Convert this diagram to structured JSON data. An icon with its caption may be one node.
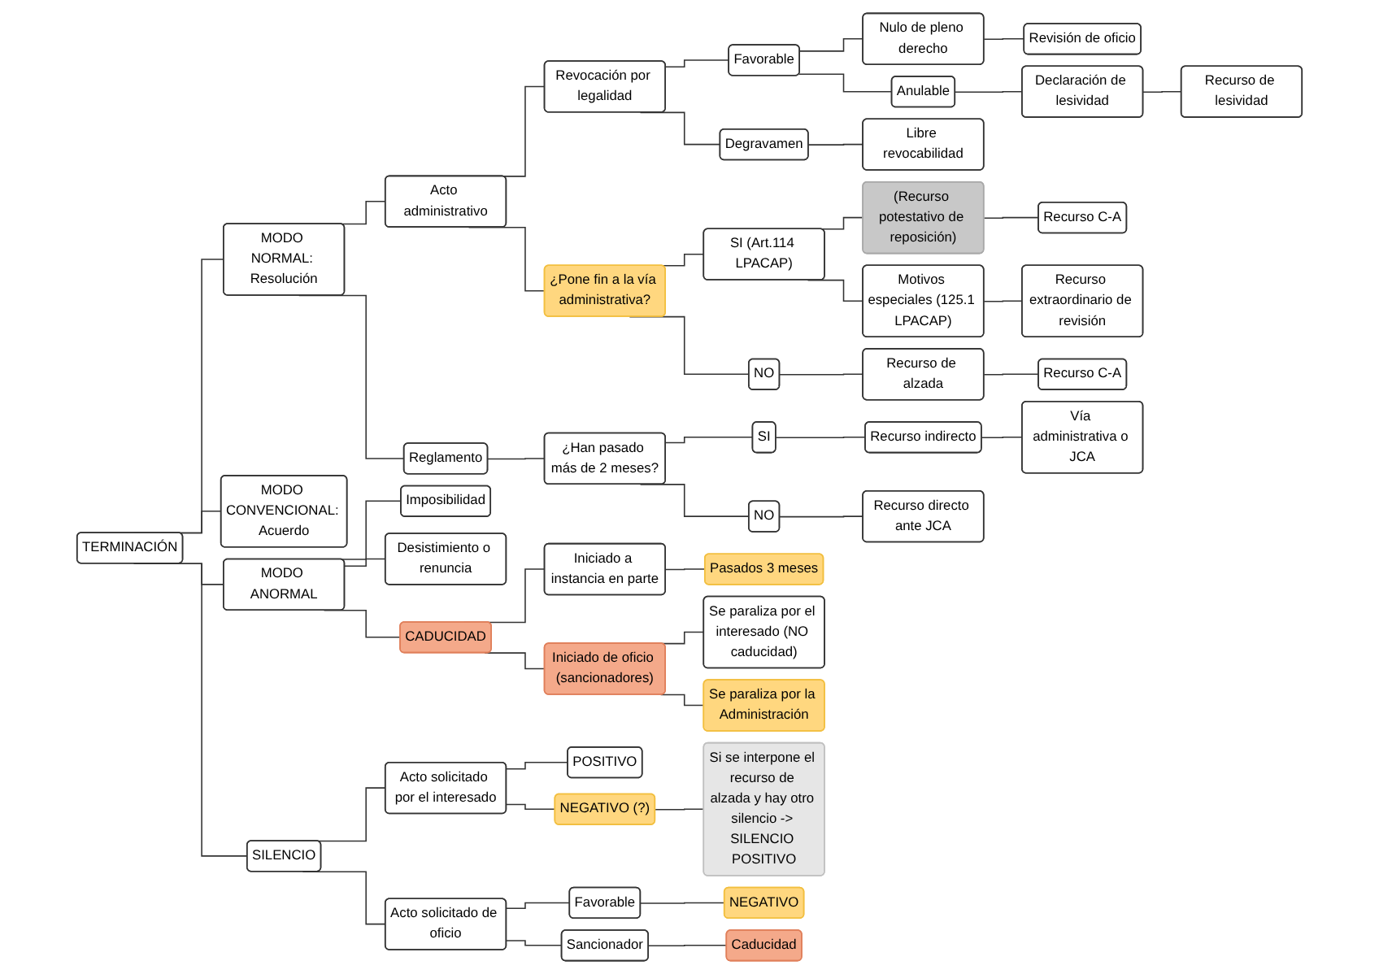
{
  "diagram": {
    "nodes": [
      {
        "text": [
          "TERMINACIÓN"
        ]
      },
      {
        "text": [
          "MODO NORMAL: Resolución"
        ]
      },
      {
        "text": [
          "Acto administrativo"
        ]
      },
      {
        "text": [
          "Revocación por legalidad"
        ]
      },
      {
        "text": [
          "Favorable"
        ]
      },
      {
        "text": [
          "Nulo de pleno derecho"
        ]
      },
      {
        "text": [
          "Revisión de oficio"
        ]
      },
      {
        "text": [
          "Anulable"
        ]
      },
      {
        "text": [
          "Declaración de lesividad"
        ]
      },
      {
        "text": [
          "Recurso de lesividad"
        ]
      },
      {
        "text": [
          "Degravamen"
        ]
      },
      {
        "text": [
          "Libre revocabilidad"
        ]
      },
      {
        "text": [
          "¿Pone fin a la vía administrativa?"
        ]
      },
      {
        "text": [
          "SI (Art.114 LPACAP)"
        ]
      },
      {
        "text": [
          "(Recurso potestativo de reposición)"
        ]
      },
      {
        "text": [
          "Recurso C-A"
        ]
      },
      {
        "text": [
          "Motivos especiales (125.1 LPACAP)"
        ]
      },
      {
        "text": [
          "Recurso extraordinario de revisión"
        ]
      },
      {
        "text": [
          "NO"
        ]
      },
      {
        "text": [
          "Recurso de alzada"
        ]
      },
      {
        "text": [
          "Recurso C-A"
        ]
      },
      {
        "text": [
          "Reglamento"
        ]
      },
      {
        "text": [
          "¿Han pasado más de 2 meses?"
        ]
      },
      {
        "text": [
          "SI"
        ]
      },
      {
        "text": [
          "Recurso indirecto"
        ]
      },
      {
        "text": [
          "Vía administrativa o JCA"
        ]
      },
      {
        "text": [
          "NO"
        ]
      },
      {
        "text": [
          "Recurso directo ante JCA"
        ]
      },
      {
        "text": [
          "MODO CONVENCIONAL: Acuerdo"
        ]
      },
      {
        "text": [
          "MODO ANORMAL"
        ]
      },
      {
        "text": [
          "Imposibilidad"
        ]
      },
      {
        "text": [
          "Desistimiento o renuncia"
        ]
      },
      {
        "text": [
          "CADUCIDAD"
        ]
      },
      {
        "text": [
          "Iniciado a instancia en parte"
        ]
      },
      {
        "text": [
          "Pasados 3 meses"
        ]
      },
      {
        "text": [
          "Iniciado de oficio (sancionadores)"
        ]
      },
      {
        "text": [
          "Se paraliza por el interesado (NO caducidad)"
        ]
      },
      {
        "text": [
          "Se paraliza por la Administración"
        ]
      },
      {
        "text": [
          "SILENCIO"
        ]
      },
      {
        "text": [
          "Acto solicitado por el interesado"
        ]
      },
      {
        "text": [
          "POSITIVO"
        ]
      },
      {
        "text": [
          "NEGATIVO (?)"
        ]
      },
      {
        "text": [
          "Si se interpone el recurso de alzada y hay otro silencio -> SILENCIO POSITIVO"
        ]
      },
      {
        "text": [
          "Acto solicitado de oficio"
        ]
      },
      {
        "text": [
          "Favorable"
        ]
      },
      {
        "text": [
          "NEGATIVO"
        ]
      },
      {
        "text": [
          "Sancionador"
        ]
      },
      {
        "text": [
          "Caducidad"
        ]
      }
    ],
    "edges": [
      {
        "from": 0,
        "to": 1,
        "arrow": "none"
      },
      {
        "from": 1,
        "to": 2,
        "arrow": "none"
      },
      {
        "from": 2,
        "to": 3,
        "arrow": "none"
      },
      {
        "from": 3,
        "to": 4,
        "arrow": "none"
      },
      {
        "from": 4,
        "to": 5,
        "arrow": "none"
      },
      {
        "from": 5,
        "to": 6,
        "arrow": "none"
      },
      {
        "from": 4,
        "to": 7,
        "arrow": "none"
      },
      {
        "from": 7,
        "to": 8,
        "arrow": "none"
      },
      {
        "from": 8,
        "to": 9,
        "arrow": "none"
      },
      {
        "from": 3,
        "to": 10,
        "arrow": "none"
      },
      {
        "from": 10,
        "to": 11,
        "arrow": "none"
      },
      {
        "from": 2,
        "to": 12,
        "arrow": "none"
      },
      {
        "from": 12,
        "to": 13,
        "arrow": "none"
      },
      {
        "from": 13,
        "to": 14,
        "arrow": "none"
      },
      {
        "from": 14,
        "to": 15,
        "arrow": "none"
      },
      {
        "from": 13,
        "to": 16,
        "arrow": "none"
      },
      {
        "from": 16,
        "to": 17,
        "arrow": "none"
      },
      {
        "from": 12,
        "to": 18,
        "arrow": "none"
      },
      {
        "from": 18,
        "to": 19,
        "arrow": "none"
      },
      {
        "from": 19,
        "to": 20,
        "arrow": "none"
      },
      {
        "from": 1,
        "to": 21,
        "arrow": "none"
      },
      {
        "from": 21,
        "to": 22,
        "arrow": "none"
      },
      {
        "from": 22,
        "to": 23,
        "arrow": "none"
      },
      {
        "from": 23,
        "to": 24,
        "arrow": "none"
      },
      {
        "from": 24,
        "to": 25,
        "arrow": "none"
      },
      {
        "from": 22,
        "to": 26,
        "arrow": "none"
      },
      {
        "from": 26,
        "to": 27,
        "arrow": "none"
      },
      {
        "from": 0,
        "to": 28,
        "arrow": "none"
      },
      {
        "from": 0,
        "to": 29,
        "arrow": "none"
      },
      {
        "from": 29,
        "to": 30,
        "arrow": "none"
      },
      {
        "from": 29,
        "to": 31,
        "arrow": "none"
      },
      {
        "from": 29,
        "to": 32,
        "arrow": "none"
      },
      {
        "from": 32,
        "to": 33,
        "arrow": "none"
      },
      {
        "from": 33,
        "to": 34,
        "arrow": "none"
      },
      {
        "from": 32,
        "to": 35,
        "arrow": "none"
      },
      {
        "from": 35,
        "to": 36,
        "arrow": "none"
      },
      {
        "from": 35,
        "to": 37,
        "arrow": "none"
      },
      {
        "from": 0,
        "to": 38,
        "arrow": "none"
      },
      {
        "from": 38,
        "to": 39,
        "arrow": "none"
      },
      {
        "from": 39,
        "to": 40,
        "arrow": "none"
      },
      {
        "from": 39,
        "to": 41,
        "arrow": "none"
      },
      {
        "from": 41,
        "to": 42,
        "arrow": "none"
      },
      {
        "from": 38,
        "to": 43,
        "arrow": "none"
      },
      {
        "from": 43,
        "to": 44,
        "arrow": "none"
      },
      {
        "from": 44,
        "to": 45,
        "arrow": "none"
      },
      {
        "from": 43,
        "to": 46,
        "arrow": "none"
      },
      {
        "from": 46,
        "to": 47,
        "arrow": "none"
      }
    ]
  }
}
